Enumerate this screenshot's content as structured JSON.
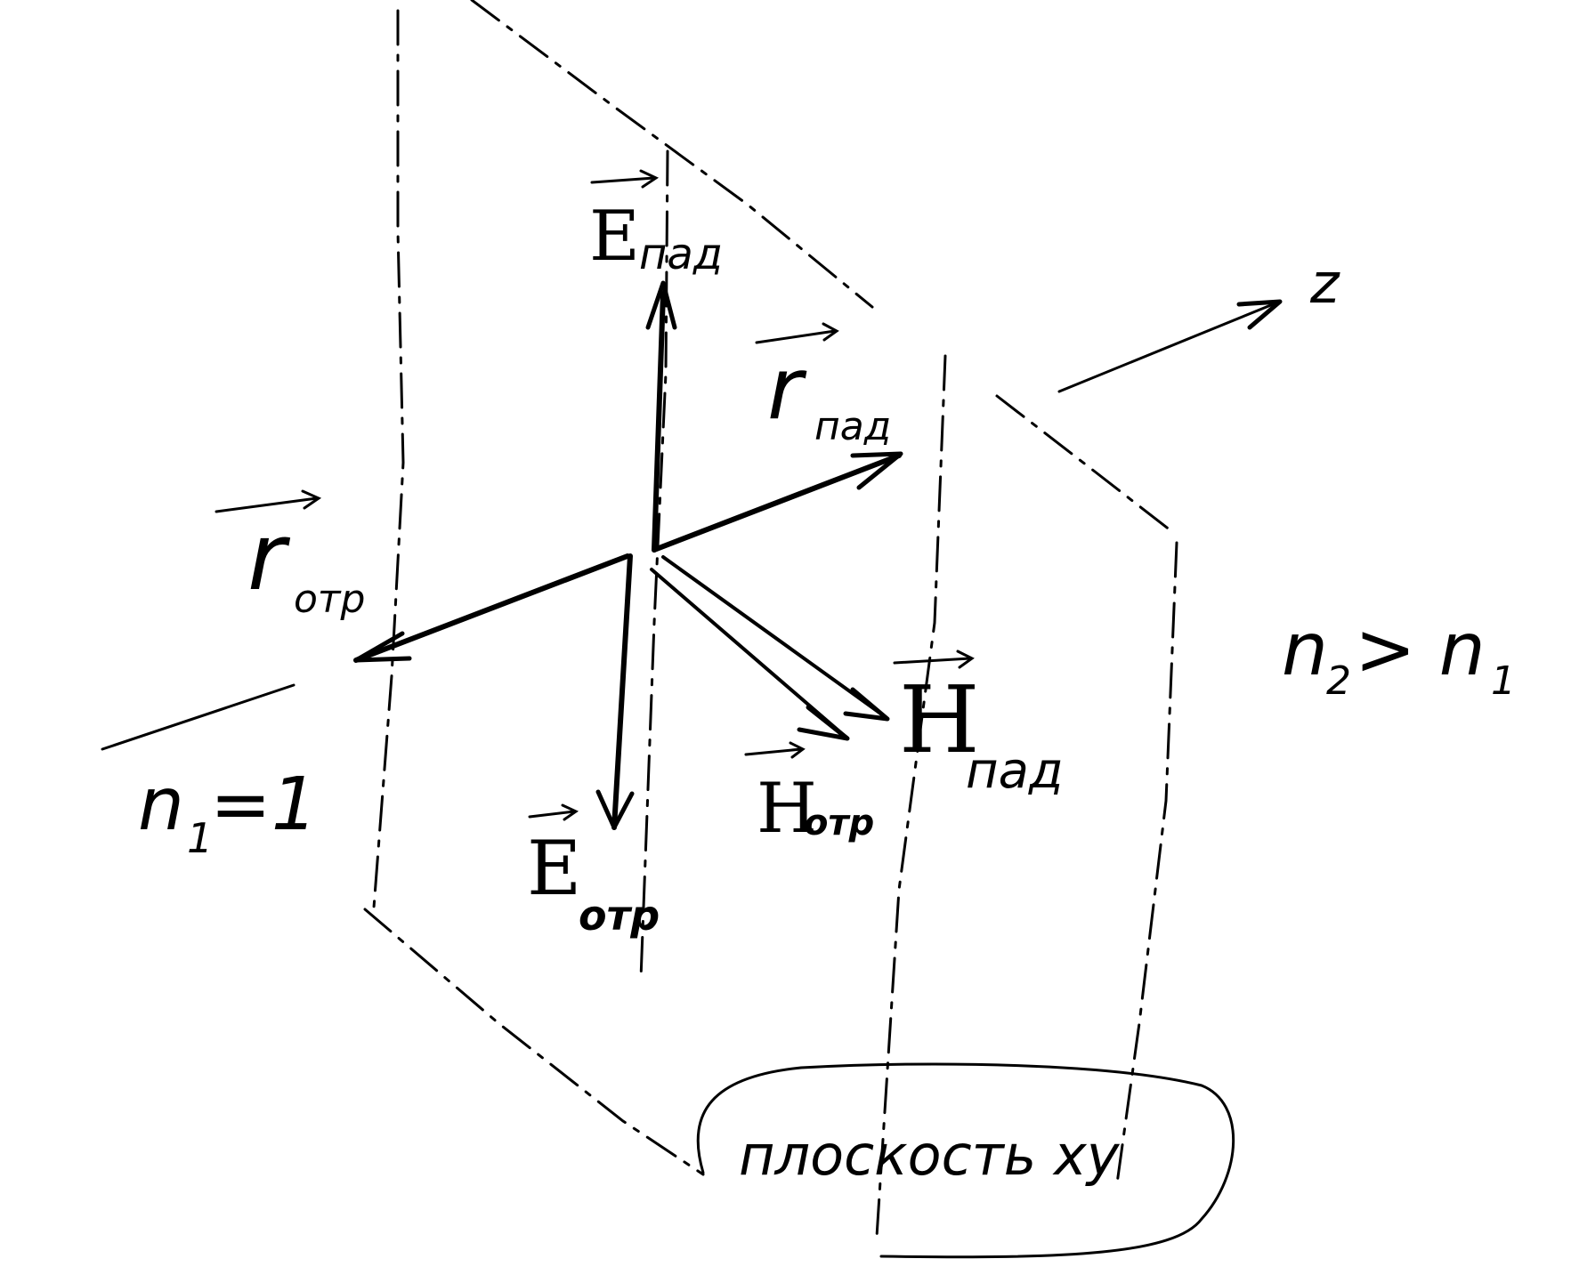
{
  "diagram": {
    "labels": {
      "axis_z": "z",
      "e_inc_main": "E",
      "e_inc_sub": "пад",
      "r_inc_main": "r",
      "r_inc_sub": "пад",
      "r_ref_main": "r",
      "r_ref_sub": "отр",
      "h_inc_main": "H",
      "h_inc_sub": "пад",
      "h_ref_main": "H",
      "h_ref_sub": "отр",
      "e_ref_main": "E",
      "e_ref_sub": "отр",
      "n1_main": "n",
      "n1_sub": "1",
      "n1_tail": "=1",
      "n2_main": "n",
      "n2_sub": "2",
      "n2_mid": "> n",
      "n2_sub2": "1",
      "plane_label": "плоскость xy"
    },
    "colors": {
      "ink": "#000000",
      "paper": "#ffffff"
    }
  }
}
